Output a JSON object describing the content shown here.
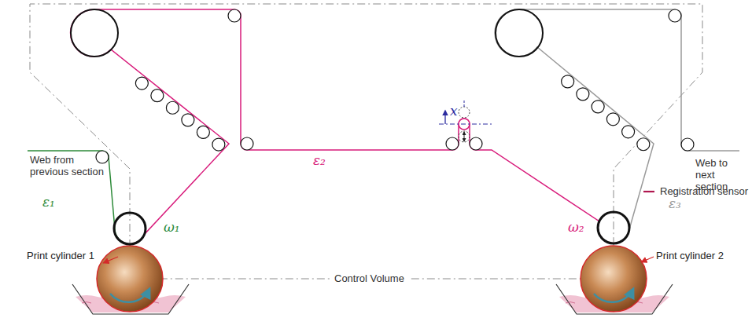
{
  "diagram": {
    "labels": [
      "Web from previous section",
      "ε₁",
      "ω₁",
      "Print cylinder 1",
      "Control Volume",
      "ε₂",
      "x",
      "ω₂",
      "Print cylinder 2",
      "ε₃",
      "Web to next section"
    ],
    "legend": [
      {
        "text": "Registration sensor"
      }
    ]
  }
}
